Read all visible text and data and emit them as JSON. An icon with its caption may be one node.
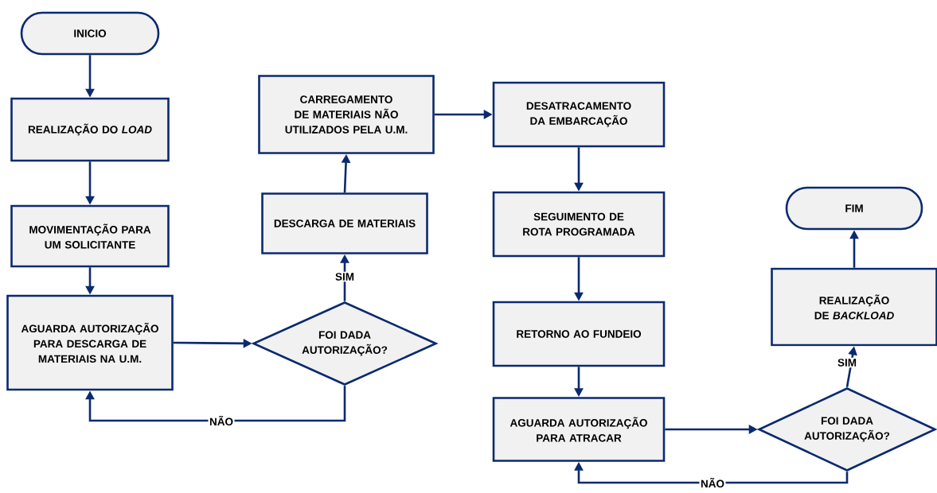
{
  "diagram": {
    "nodes": [
      {
        "text": [
          "INICIO"
        ]
      },
      {
        "text": [
          "REALIZAÇÃO DO *LOAD*"
        ]
      },
      {
        "text": [
          "MOVIMENTAÇÃO PARA UM SOLICITANTE"
        ]
      },
      {
        "text": [
          "AGUARDA AUTORIZAÇÃO PARA DESCARGA DE MATERIAIS NA U.M."
        ]
      },
      {
        "text": [
          "FOI DADA AUTORIZAÇÃO?"
        ]
      },
      {
        "text": [
          "DESCARGA DE MATERIAIS"
        ]
      },
      {
        "text": [
          "CARREGAMENTO DE MATERIAIS NÃO UTILIZADOS PELA U.M."
        ]
      },
      {
        "text": [
          "DESATRACAMENTO DA EMBARCAÇÃO"
        ]
      },
      {
        "text": [
          "SEGUIMENTO DE ROTA PROGRAMADA"
        ]
      },
      {
        "text": [
          "RETORNO AO FUNDEIO"
        ]
      },
      {
        "text": [
          "AGUARDA AUTORIZAÇÃO PARA ATRACAR"
        ]
      },
      {
        "text": [
          "FOI DADA AUTORIZAÇÃO?"
        ]
      },
      {
        "text": [
          "REALIZAÇÃO DE *BACKLOAD*"
        ]
      },
      {
        "text": [
          "FIM"
        ]
      }
    ],
    "edges": [
      {
        "from": 0,
        "to": 1,
        "arrow": "to"
      },
      {
        "from": 1,
        "to": 2,
        "arrow": "to"
      },
      {
        "from": 2,
        "to": 3,
        "arrow": "to"
      },
      {
        "from": 3,
        "to": 4,
        "arrow": "to"
      },
      {
        "from": 4,
        "to": 5,
        "arrow": "to",
        "label": "SIM"
      },
      {
        "from": 4,
        "to": 3,
        "arrow": "to",
        "label": "NÃO"
      },
      {
        "from": 5,
        "to": 6,
        "arrow": "to"
      },
      {
        "from": 6,
        "to": 7,
        "arrow": "to"
      },
      {
        "from": 7,
        "to": 8,
        "arrow": "to"
      },
      {
        "from": 8,
        "to": 9,
        "arrow": "to"
      },
      {
        "from": 9,
        "to": 10,
        "arrow": "to"
      },
      {
        "from": 10,
        "to": 11,
        "arrow": "to"
      },
      {
        "from": 11,
        "to": 12,
        "arrow": "to",
        "label": "SIM"
      },
      {
        "from": 11,
        "to": 10,
        "arrow": "to",
        "label": "NÃO"
      },
      {
        "from": 12,
        "to": 13,
        "arrow": "to"
      }
    ]
  }
}
